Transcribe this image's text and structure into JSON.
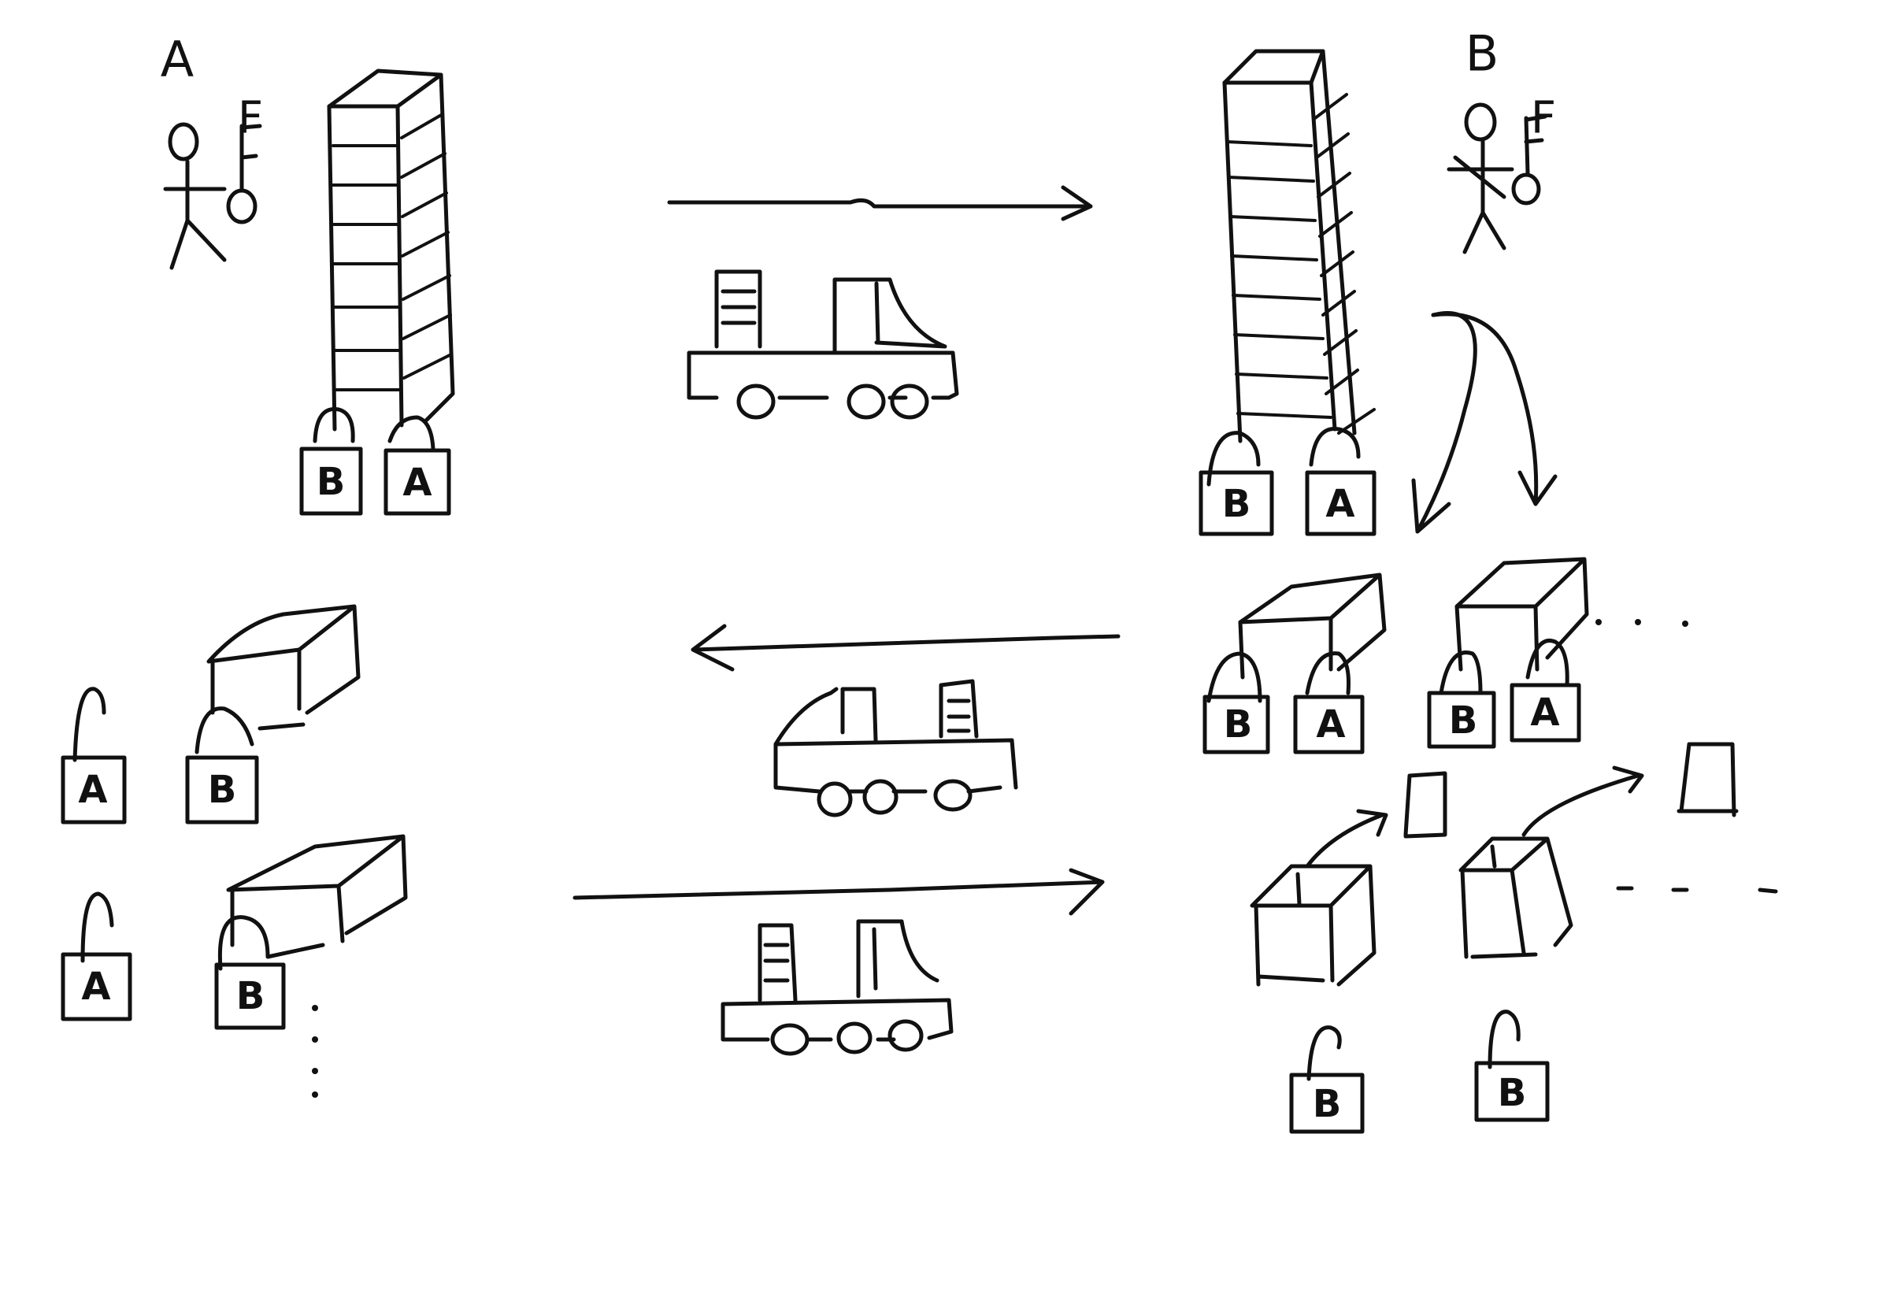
{
  "colors": {
    "ink": "#111111",
    "background": "#ffffff"
  },
  "persons": {
    "a": {
      "name": "A",
      "key_label": "F"
    },
    "b": {
      "name": "B",
      "key_label": "F"
    }
  },
  "locks": {
    "a_tower": [
      "B",
      "A"
    ],
    "b_tower": [
      "B",
      "A"
    ],
    "b_box1": [
      "B",
      "A"
    ],
    "b_box2": [
      "B",
      "A"
    ],
    "b_loose": [
      "B",
      "B"
    ],
    "a_open": [
      "A",
      "A"
    ],
    "a_box": [
      "B",
      "B"
    ]
  },
  "icons": [
    "stick-figure-icon",
    "key-icon",
    "padlock-icon",
    "truck-icon",
    "arrow-icon",
    "container-icon",
    "box-icon"
  ]
}
